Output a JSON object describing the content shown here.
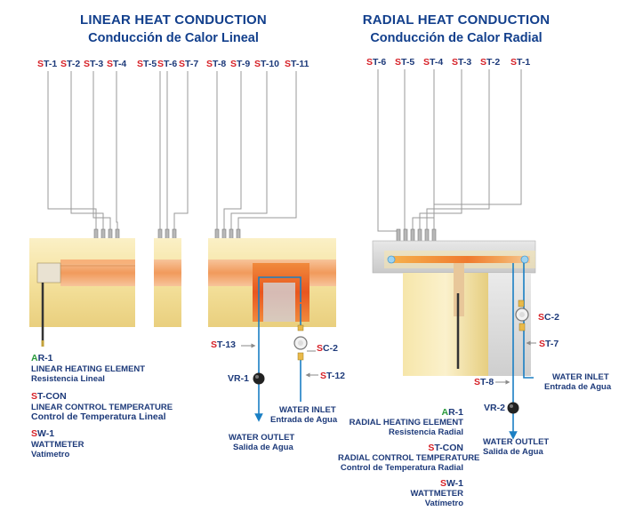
{
  "linear": {
    "title_en": "LINEAR HEAT CONDUCTION",
    "title_es": "Conducción de Calor Lineal",
    "sensors": [
      "T-1",
      "T-2",
      "T-3",
      "T-4",
      "T-5",
      "T-6",
      "T-7",
      "T-8",
      "T-9",
      "T-10",
      "T-11"
    ],
    "st13": "T-13",
    "sc2": "C-2",
    "st12": "T-12",
    "vr1": "VR-1",
    "water_inlet": "WATER INLET",
    "water_inlet_es": "Entrada de Agua",
    "water_outlet": "WATER OUTLET",
    "water_outlet_es": "Salida de Agua",
    "legend": {
      "ar_prefix": "A",
      "ar_rest": "R-1",
      "ar_en": "LINEAR HEATING ELEMENT",
      "ar_es": "Resistencia Lineal",
      "stcon_prefix": "S",
      "stcon_rest": "T-CON",
      "stcon_en": "LINEAR CONTROL TEMPERATURE",
      "stcon_es": "Control de Temperatura Lineal",
      "sw_prefix": "S",
      "sw_rest": "W-1",
      "sw_en": "WATTMETER",
      "sw_es": "Vatímetro"
    }
  },
  "radial": {
    "title_en": "RADIAL HEAT CONDUCTION",
    "title_es": "Conducción de Calor Radial",
    "sensors": [
      "T-6",
      "T-5",
      "T-4",
      "T-3",
      "T-2",
      "T-1"
    ],
    "sc2": "C-2",
    "st7": "T-7",
    "st8": "T-8",
    "vr2": "VR-2",
    "water_inlet": "WATER INLET",
    "water_inlet_es": "Entrada de Agua",
    "water_outlet": "WATER OUTLET",
    "water_outlet_es": "Salida de Agua",
    "legend": {
      "ar_prefix": "A",
      "ar_rest": "R-1",
      "ar_en": "RADIAL HEATING ELEMENT",
      "ar_es": "Resistencia Radial",
      "stcon_prefix": "S",
      "stcon_rest": "T-CON",
      "stcon_en": "RADIAL CONTROL TEMPERATURE",
      "stcon_es": "Control de Temperatura Radial",
      "sw_prefix": "S",
      "sw_rest": "W-1",
      "sw_en": "WATTMETER",
      "sw_es": "Vatímetro"
    }
  },
  "prefix": "S",
  "colors": {
    "title": "#123f8c",
    "prefix_red": "#d62027",
    "prefix_green": "#2a9a3c",
    "water": "#1a7fc4",
    "insulation": "#f3e2a0"
  }
}
